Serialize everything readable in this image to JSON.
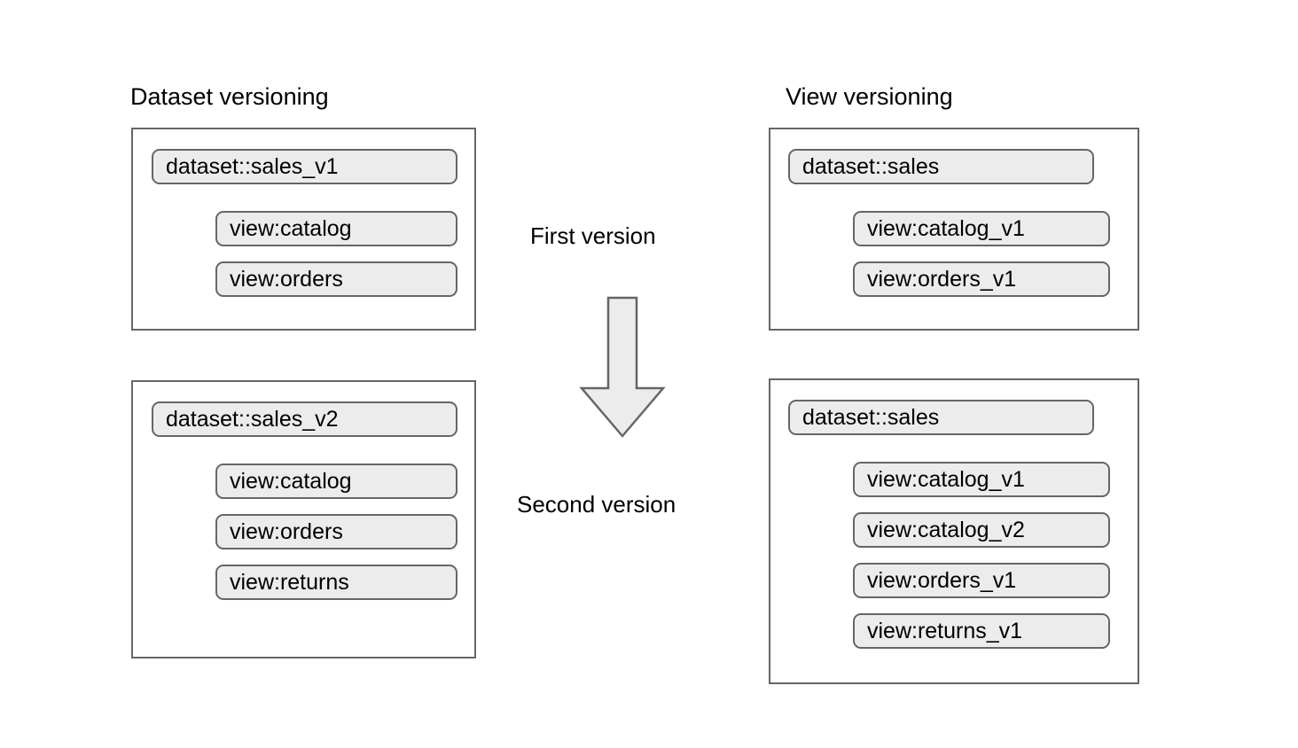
{
  "columns": [
    {
      "title": "Dataset versioning",
      "boxes": [
        {
          "dataset": "dataset::sales_v1",
          "views": [
            "view:catalog",
            "view:orders"
          ]
        },
        {
          "dataset": "dataset::sales_v2",
          "views": [
            "view:catalog",
            "view:orders",
            "view:returns"
          ]
        }
      ]
    },
    {
      "title": "View versioning",
      "boxes": [
        {
          "dataset": "dataset::sales",
          "views": [
            "view:catalog_v1",
            "view:orders_v1"
          ]
        },
        {
          "dataset": "dataset::sales",
          "views": [
            "view:catalog_v1",
            "view:catalog_v2",
            "view:orders_v1",
            "view:returns_v1"
          ]
        }
      ]
    }
  ],
  "center": {
    "first_label": "First version",
    "second_label": "Second version",
    "arrow_icon": "arrow-down-icon"
  },
  "colors": {
    "pill_fill": "#ececec",
    "pill_border": "#666666",
    "box_border": "#666666",
    "arrow_fill": "#ececec",
    "arrow_border": "#666666",
    "background": "#ffffff",
    "text": "#000000"
  }
}
